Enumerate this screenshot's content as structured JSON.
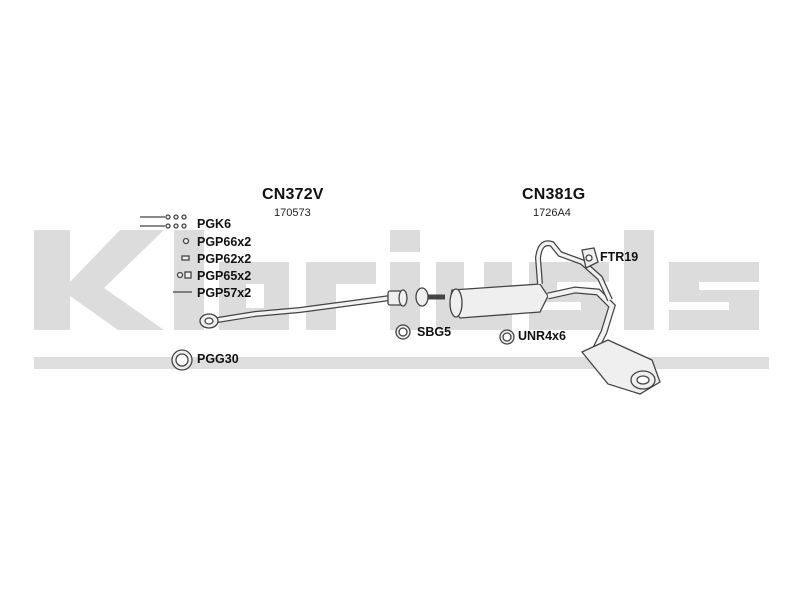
{
  "watermark": {
    "text": "Klarius",
    "color": "#dcdcdc"
  },
  "assemblies": [
    {
      "code": "CN372V",
      "part_number": "170573"
    },
    {
      "code": "CN381G",
      "part_number": "1726A4"
    }
  ],
  "fitting_kit": [
    {
      "label": "PGK6"
    },
    {
      "label": "PGP66x2"
    },
    {
      "label": "PGP62x2"
    },
    {
      "label": "PGP65x2"
    },
    {
      "label": "PGP57x2"
    }
  ],
  "parts": {
    "gasket_large": "PGG30",
    "seal_small": "SBG5",
    "nut_ring": "UNR4x6",
    "rubber_mount": "FTR19"
  },
  "colors": {
    "line": "#444444",
    "fill": "#efefef"
  }
}
